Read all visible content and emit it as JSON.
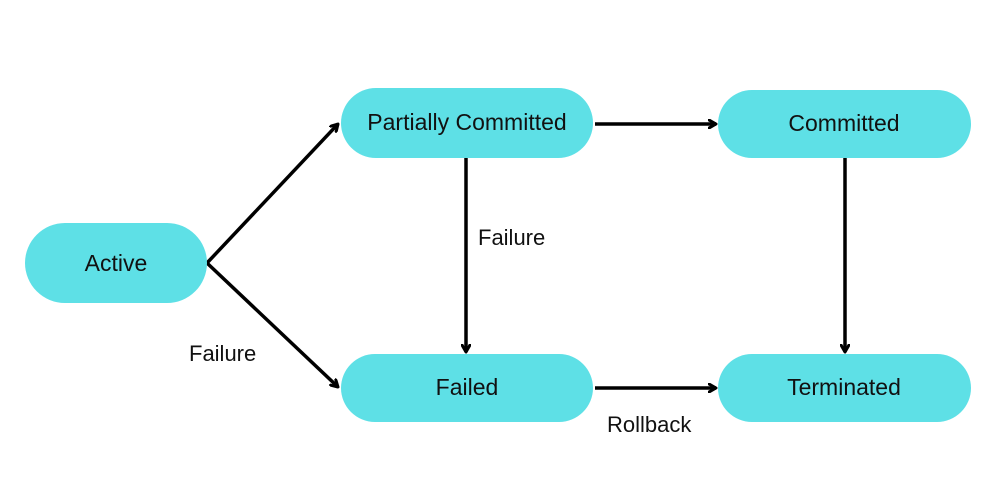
{
  "diagram": {
    "node_color": "#5ee0e6",
    "edge_color": "#000000",
    "nodes": {
      "active": "Active",
      "partially_committed": "Partially Committed",
      "committed": "Committed",
      "failed": "Failed",
      "terminated": "Terminated"
    },
    "edge_labels": {
      "partial_to_failed": "Failure",
      "active_to_failed": "Failure",
      "failed_to_terminated": "Rollback"
    }
  }
}
